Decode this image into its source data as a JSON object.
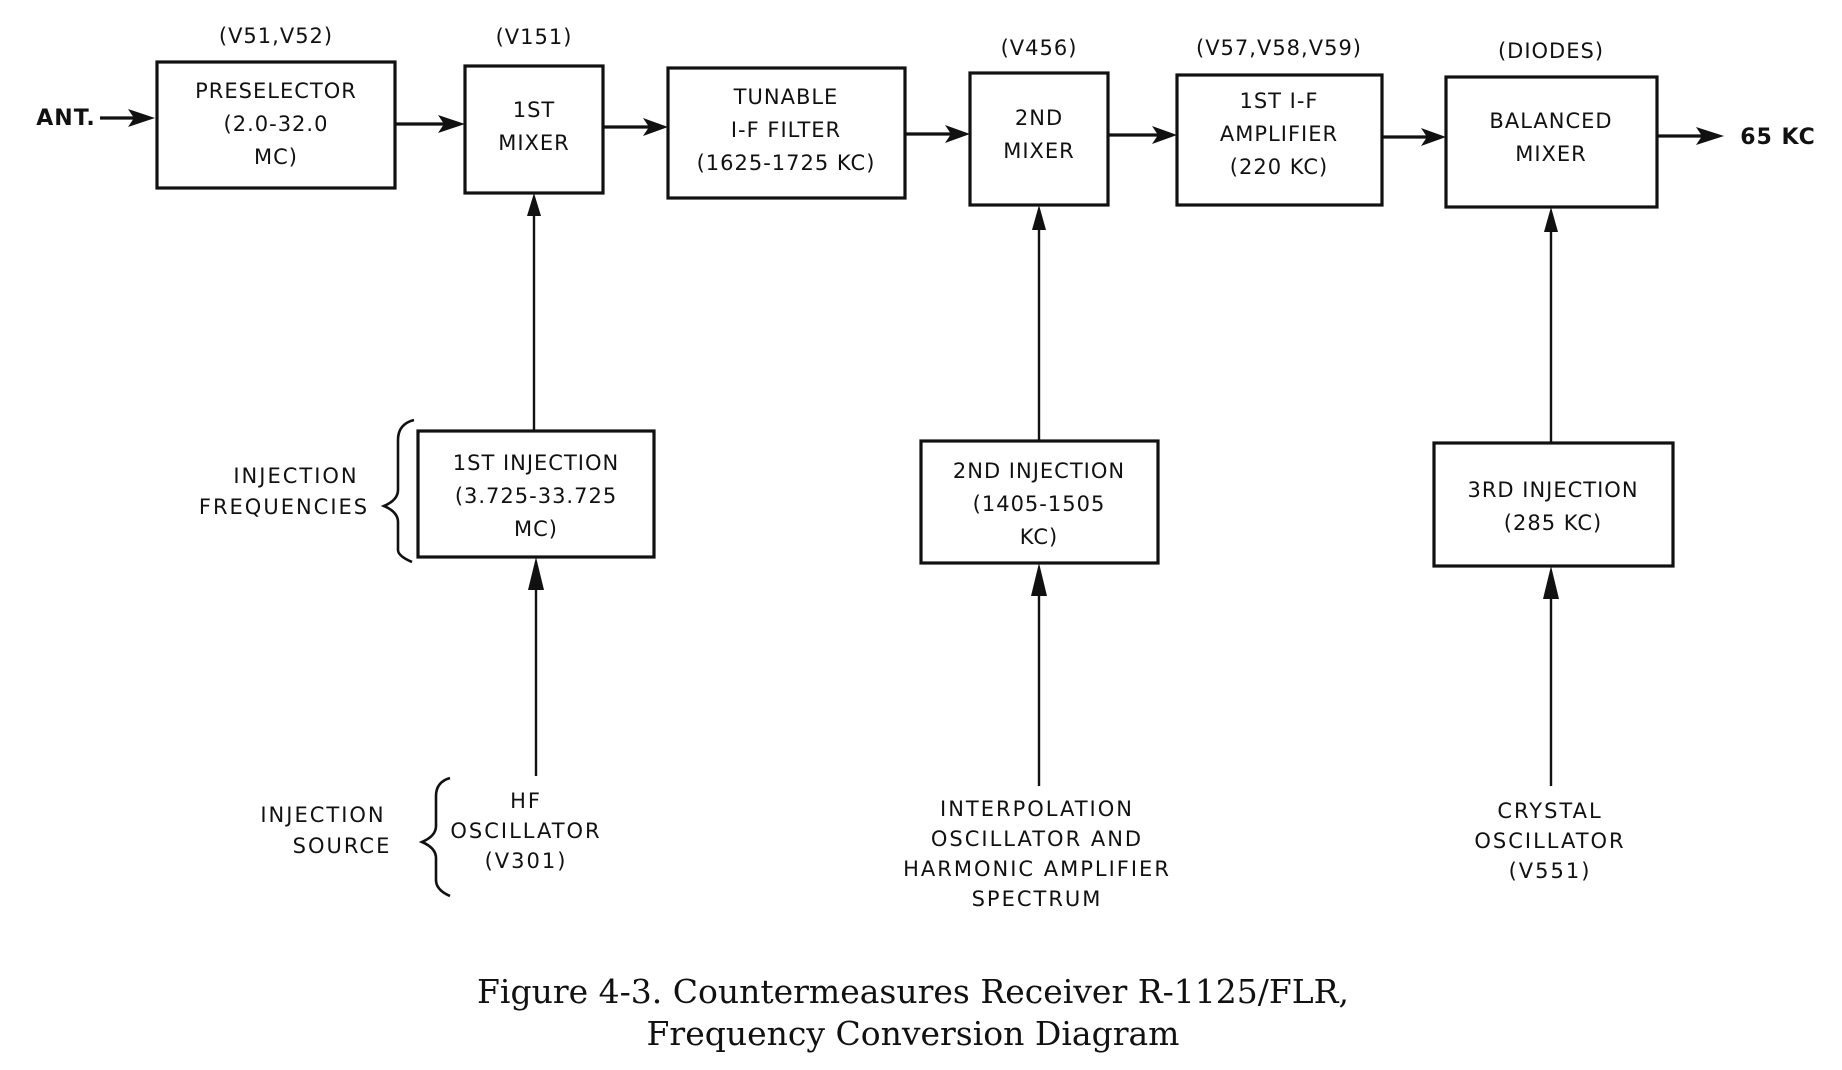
{
  "input_label": "ANT.",
  "output_label": "65 KC",
  "main_chain": [
    {
      "id": "preselector",
      "tubes": "(V51,V52)",
      "lines": [
        "PRESELECTOR",
        "(2.0-32.0",
        "MC)"
      ]
    },
    {
      "id": "mixer1",
      "tubes": "(V151)",
      "lines": [
        "1ST",
        "MIXER"
      ]
    },
    {
      "id": "filter",
      "tubes": "",
      "lines": [
        "TUNABLE",
        "I-F FILTER",
        "(1625-1725 KC)"
      ]
    },
    {
      "id": "mixer2",
      "tubes": "(V456)",
      "lines": [
        "2ND",
        "MIXER"
      ]
    },
    {
      "id": "ifamp",
      "tubes": "(V57,V58,V59)",
      "lines": [
        "1ST I-F",
        "AMPLIFIER",
        "(220 KC)"
      ]
    },
    {
      "id": "balmixer",
      "tubes": "(DIODES)",
      "lines": [
        "BALANCED",
        "MIXER"
      ]
    }
  ],
  "injections": [
    {
      "id": "inj1",
      "target": "mixer1",
      "lines": [
        "1ST INJECTION",
        "(3.725-33.725",
        "MC)"
      ],
      "source": [
        "HF",
        "OSCILLATOR",
        "(V301)"
      ]
    },
    {
      "id": "inj2",
      "target": "mixer2",
      "lines": [
        "2ND INJECTION",
        "(1405-1505",
        "KC)"
      ],
      "source": [
        "INTERPOLATION",
        "OSCILLATOR AND",
        "HARMONIC AMPLIFIER",
        "SPECTRUM"
      ]
    },
    {
      "id": "inj3",
      "target": "balmixer",
      "lines": [
        "3RD INJECTION",
        "(285 KC)"
      ],
      "source": [
        "CRYSTAL",
        "OSCILLATOR",
        "(V551)"
      ]
    }
  ],
  "annotations": {
    "injection_frequencies": [
      "INJECTION",
      "FREQUENCIES"
    ],
    "injection_source": [
      "INJECTION",
      "SOURCE"
    ]
  },
  "caption": {
    "line1": "Figure 4-3.  Countermeasures Receiver R-1125/FLR,",
    "line2": "Frequency Conversion Diagram"
  }
}
